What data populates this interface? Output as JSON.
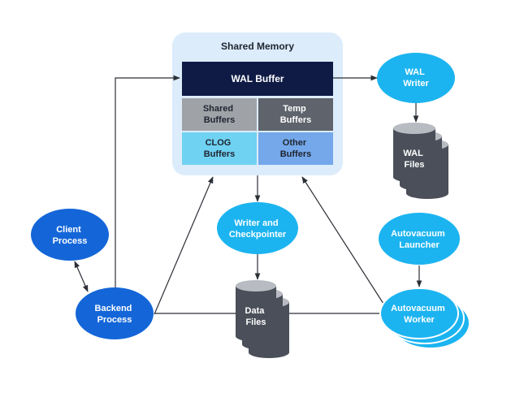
{
  "shared_memory": {
    "title": "Shared Memory",
    "wal_buffer": "WAL Buffer",
    "shared_buffers": [
      "Shared",
      "Buffers"
    ],
    "temp_buffers": [
      "Temp",
      "Buffers"
    ],
    "clog_buffers": [
      "CLOG",
      "Buffers"
    ],
    "other_buffers": [
      "Other",
      "Buffers"
    ]
  },
  "wal_writer": [
    "WAL",
    "Writer"
  ],
  "wal_files": [
    "WAL",
    "Files"
  ],
  "client_process": [
    "Client",
    "Process"
  ],
  "backend_process": [
    "Backend",
    "Process"
  ],
  "writer_checkpointer": [
    "Writer and",
    "Checkpointer"
  ],
  "data_files": [
    "Data",
    "Files"
  ],
  "autovacuum_launcher": [
    "Autovacuum",
    "Launcher"
  ],
  "autovacuum_worker": [
    "Autovacuum",
    "Worker"
  ],
  "colors": {
    "shared_memory_panel": "#dcecfb",
    "wal_buffer": "#0f1b45",
    "shared_buffers": "#9fa3a8",
    "temp_buffers": "#5e636c",
    "clog_buffers": "#6fd2f2",
    "other_buffers": "#74a8ea",
    "process_dark": "#1466d8",
    "process_light": "#1cb4f0",
    "cylinder": "#4a4f59",
    "cylinder_top": "#b8bcc2",
    "connector": "#2b2f36"
  }
}
